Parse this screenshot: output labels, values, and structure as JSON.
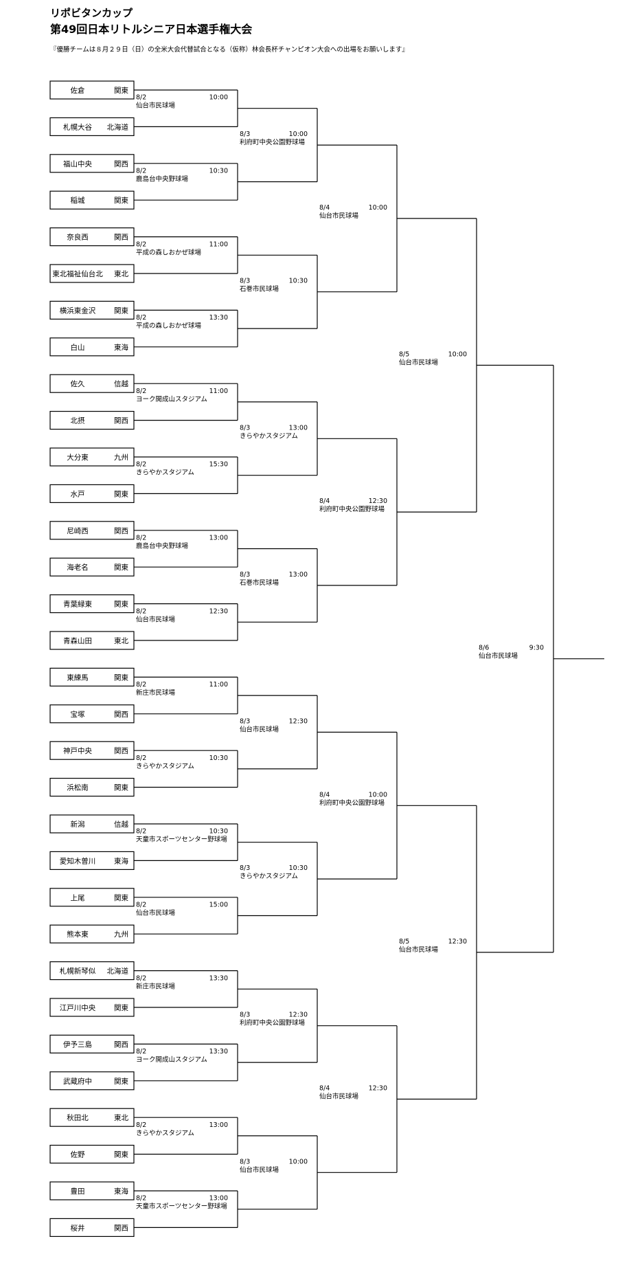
{
  "header": {
    "title1": "リポビタンカップ",
    "title2": "第49回日本リトルシニア日本選手権大会",
    "subtitle": "『優勝チームは８月２９日（日）の全米大会代替試合となる（仮称）林会長杯チャンピオン大会への出場をお願いします』"
  },
  "teams": [
    {
      "name": "佐倉",
      "region": "関東"
    },
    {
      "name": "札幌大谷",
      "region": "北海道"
    },
    {
      "name": "福山中央",
      "region": "関西"
    },
    {
      "name": "稲城",
      "region": "関東"
    },
    {
      "name": "奈良西",
      "region": "関西"
    },
    {
      "name": "東北福祉仙台北",
      "region": "東北"
    },
    {
      "name": "横浜東金沢",
      "region": "関東"
    },
    {
      "name": "白山",
      "region": "東海"
    },
    {
      "name": "佐久",
      "region": "信越"
    },
    {
      "name": "北摂",
      "region": "関西"
    },
    {
      "name": "大分東",
      "region": "九州"
    },
    {
      "name": "水戸",
      "region": "関東"
    },
    {
      "name": "尼崎西",
      "region": "関西"
    },
    {
      "name": "海老名",
      "region": "関東"
    },
    {
      "name": "青葉緑東",
      "region": "関東"
    },
    {
      "name": "青森山田",
      "region": "東北"
    },
    {
      "name": "東練馬",
      "region": "関東"
    },
    {
      "name": "宝塚",
      "region": "関西"
    },
    {
      "name": "神戸中央",
      "region": "関西"
    },
    {
      "name": "浜松南",
      "region": "関東"
    },
    {
      "name": "新潟",
      "region": "信越"
    },
    {
      "name": "愛知木曽川",
      "region": "東海"
    },
    {
      "name": "上尾",
      "region": "関東"
    },
    {
      "name": "熊本東",
      "region": "九州"
    },
    {
      "name": "札幌新琴似",
      "region": "北海道"
    },
    {
      "name": "江戸川中央",
      "region": "関東"
    },
    {
      "name": "伊予三島",
      "region": "関西"
    },
    {
      "name": "武蔵府中",
      "region": "関東"
    },
    {
      "name": "秋田北",
      "region": "東北"
    },
    {
      "name": "佐野",
      "region": "関東"
    },
    {
      "name": "豊田",
      "region": "東海"
    },
    {
      "name": "桜井",
      "region": "関西"
    }
  ],
  "rounds": [
    [
      {
        "date": "8/2",
        "time": "10:00",
        "venue": "仙台市民球場"
      },
      {
        "date": "8/2",
        "time": "10:30",
        "venue": "鹿島台中央野球場"
      },
      {
        "date": "8/2",
        "time": "11:00",
        "venue": "平成の森しおかぜ球場"
      },
      {
        "date": "8/2",
        "time": "13:30",
        "venue": "平成の森しおかぜ球場"
      },
      {
        "date": "8/2",
        "time": "11:00",
        "venue": "ヨーク開成山スタジアム"
      },
      {
        "date": "8/2",
        "time": "15:30",
        "venue": "きらやかスタジアム"
      },
      {
        "date": "8/2",
        "time": "13:00",
        "venue": "鹿島台中央野球場"
      },
      {
        "date": "8/2",
        "time": "12:30",
        "venue": "仙台市民球場"
      },
      {
        "date": "8/2",
        "time": "11:00",
        "venue": "新庄市民球場"
      },
      {
        "date": "8/2",
        "time": "10:30",
        "venue": "きらやかスタジアム"
      },
      {
        "date": "8/2",
        "time": "10:30",
        "venue": "天童市スポーツセンター野球場"
      },
      {
        "date": "8/2",
        "time": "15:00",
        "venue": "仙台市民球場"
      },
      {
        "date": "8/2",
        "time": "13:30",
        "venue": "新庄市民球場"
      },
      {
        "date": "8/2",
        "time": "13:30",
        "venue": "ヨーク開成山スタジアム"
      },
      {
        "date": "8/2",
        "time": "13:00",
        "venue": "きらやかスタジアム"
      },
      {
        "date": "8/2",
        "time": "13:00",
        "venue": "天童市スポーツセンター野球場"
      }
    ],
    [
      {
        "date": "8/3",
        "time": "10:00",
        "venue": "利府町中央公園野球場"
      },
      {
        "date": "8/3",
        "time": "10:30",
        "venue": "石巻市民球場"
      },
      {
        "date": "8/3",
        "time": "13:00",
        "venue": "きらやかスタジアム"
      },
      {
        "date": "8/3",
        "time": "13:00",
        "venue": "石巻市民球場"
      },
      {
        "date": "8/3",
        "time": "12:30",
        "venue": "仙台市民球場"
      },
      {
        "date": "8/3",
        "time": "10:30",
        "venue": "きらやかスタジアム"
      },
      {
        "date": "8/3",
        "time": "12:30",
        "venue": "利府町中央公園野球場"
      },
      {
        "date": "8/3",
        "time": "10:00",
        "venue": "仙台市民球場"
      }
    ],
    [
      {
        "date": "8/4",
        "time": "10:00",
        "venue": "仙台市民球場"
      },
      {
        "date": "8/4",
        "time": "12:30",
        "venue": "利府町中央公園野球場"
      },
      {
        "date": "8/4",
        "time": "10:00",
        "venue": "利府町中央公園野球場"
      },
      {
        "date": "8/4",
        "time": "12:30",
        "venue": "仙台市民球場"
      }
    ],
    [
      {
        "date": "8/5",
        "time": "10:00",
        "venue": "仙台市民球場"
      },
      {
        "date": "8/5",
        "time": "12:30",
        "venue": "仙台市民球場"
      }
    ],
    [
      {
        "date": "8/6",
        "time": "9:30",
        "venue": "仙台市民球場"
      }
    ]
  ]
}
